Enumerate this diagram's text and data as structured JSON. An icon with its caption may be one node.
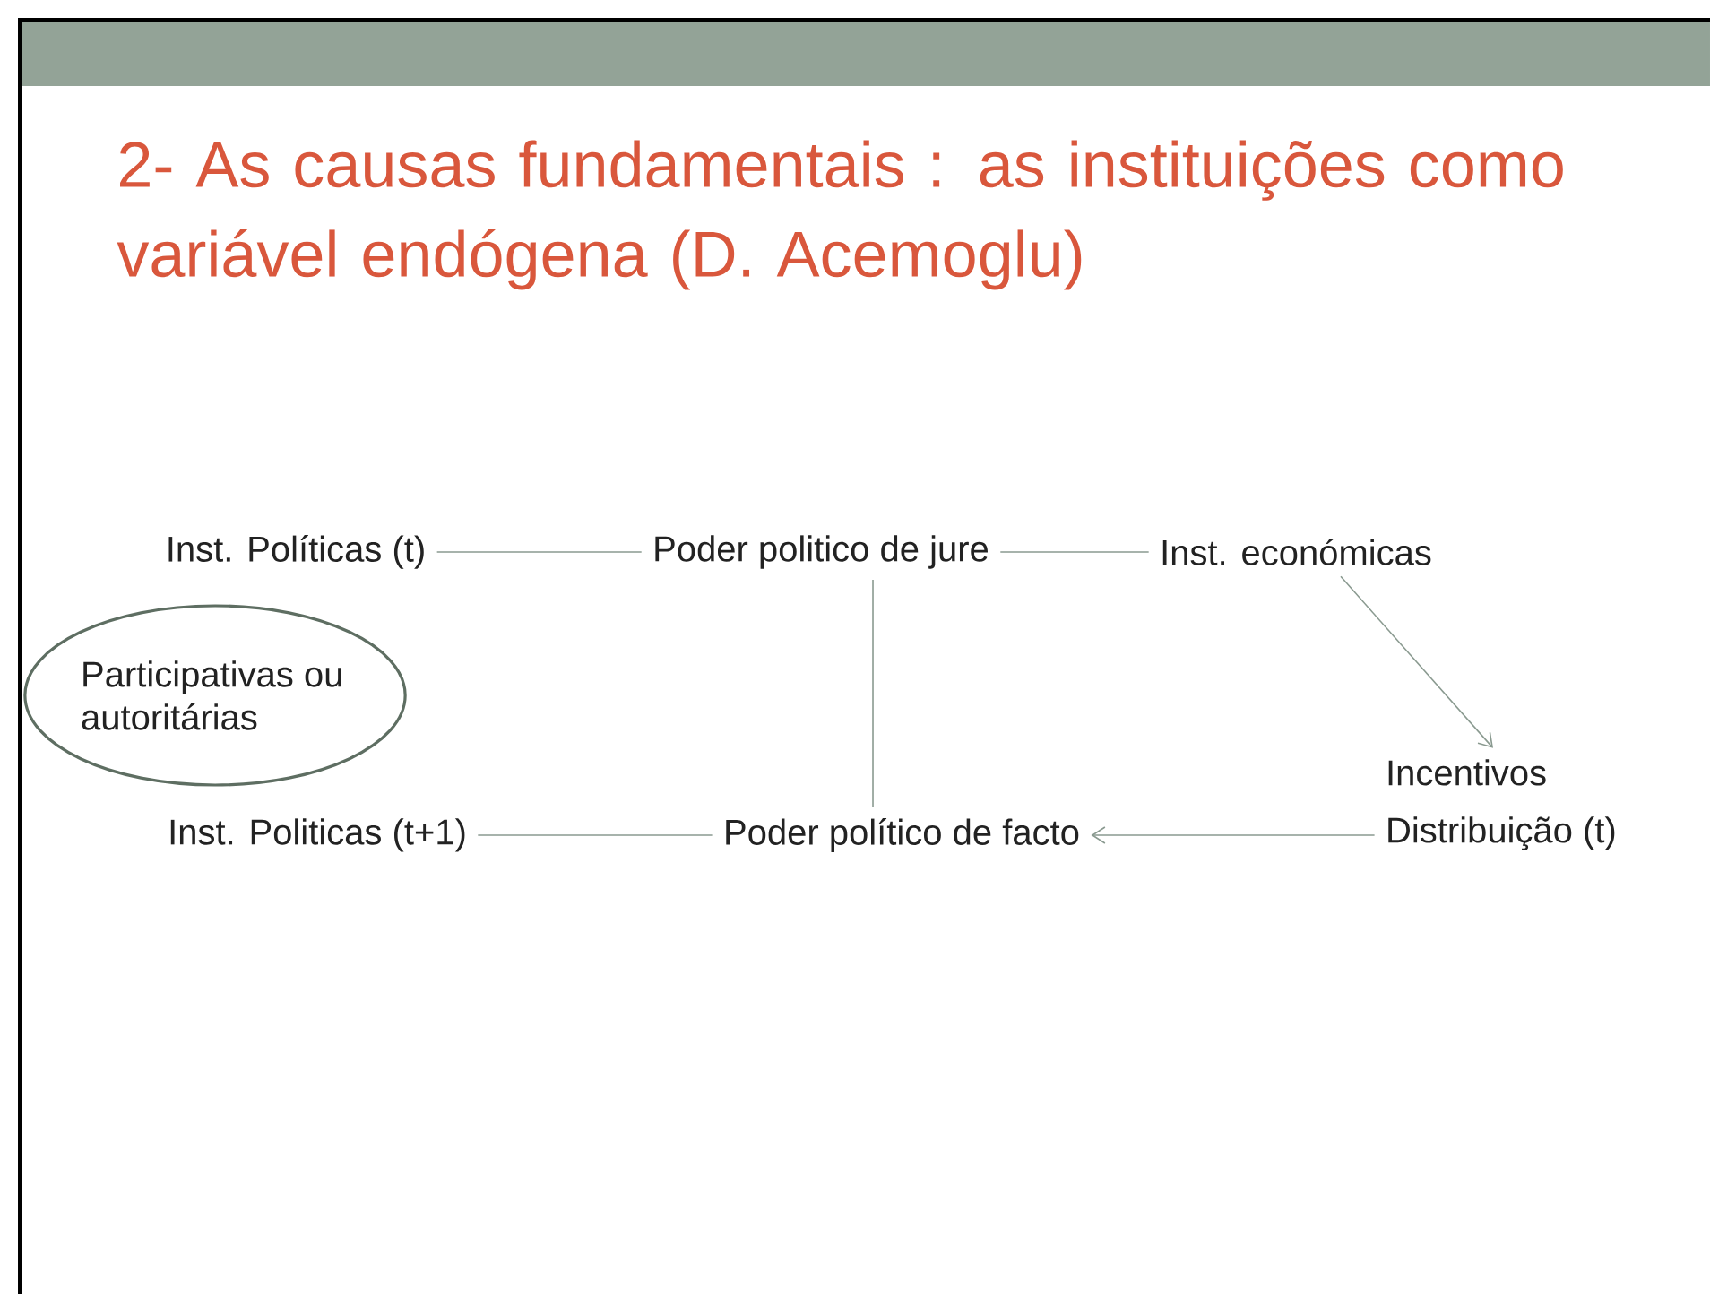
{
  "diagram": {
    "title": "2- As causas fundamentais :  as instituições como variável endógena (D. Acemoglu)",
    "nodes": [
      {
        "text": [
          "Inst. Políticas (t)"
        ]
      },
      {
        "text": [
          "Poder politico de jure"
        ]
      },
      {
        "text": [
          "Inst. económicas"
        ]
      },
      {
        "text": [
          "Participativas ou autoritárias"
        ]
      },
      {
        "text": [
          "Incentivos Distribuição (t)"
        ]
      },
      {
        "text": [
          "Inst. Politicas (t+1)"
        ]
      },
      {
        "text": [
          "Poder político de facto"
        ]
      }
    ],
    "edges": [
      {
        "from": 0,
        "to": 1,
        "arrow": "none"
      },
      {
        "from": 1,
        "to": 2,
        "arrow": "none"
      },
      {
        "from": 2,
        "to": 4,
        "arrow": "to"
      },
      {
        "from": 1,
        "to": 6,
        "arrow": "none"
      },
      {
        "from": 4,
        "to": 6,
        "arrow": "to"
      },
      {
        "from": 5,
        "to": 6,
        "arrow": "none"
      }
    ]
  }
}
